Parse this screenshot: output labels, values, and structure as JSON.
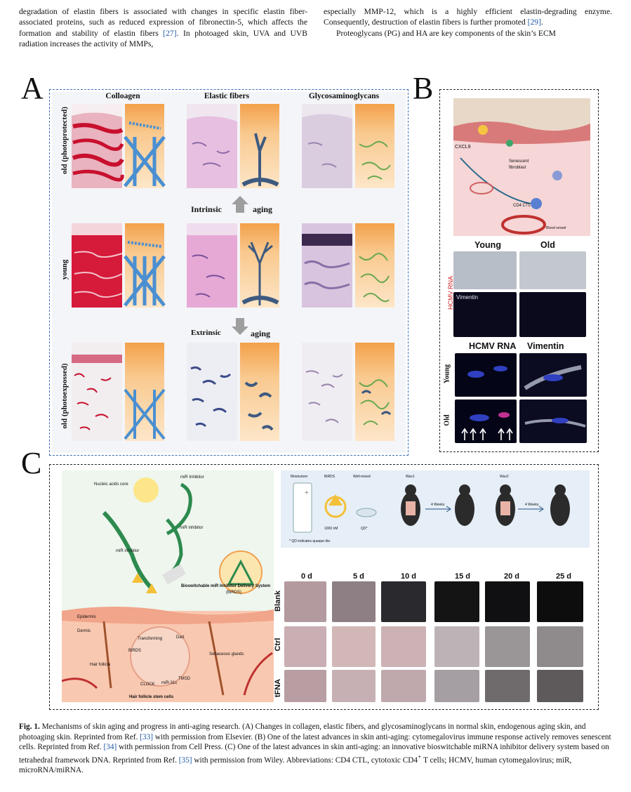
{
  "body_text": {
    "left_col": {
      "p1_a": "degradation of elastin fibers is associated with changes in specific elastin fiber-associated proteins, such as reduced expression of fibronectin-5, which affects the formation and stability of elastin fibers ",
      "p1_ref": "[27]",
      "p1_b": ". In photoaged skin, UVA and UVB radiation increases the activity of MMPs,"
    },
    "right_col": {
      "p1_a": "especially MMP-12, which is a highly efficient elastin-degrading enzyme. Consequently, destruction of elastin fibers is further promoted ",
      "p1_ref": "[29]",
      "p1_b": ".",
      "p2": "Proteoglycans (PG) and HA are key components of the skin’s ECM"
    }
  },
  "figure": {
    "panel_a": {
      "letter": "A",
      "col_headers": [
        "Colloagen",
        "Elastic fibers",
        "Glycosaminoglycans"
      ],
      "row_labels": [
        "old (photoprotected)",
        "young",
        "old (photoexpossed)"
      ],
      "arrow_intrinsic_1": "Intrinsic",
      "arrow_intrinsic_2": "aging",
      "arrow_extrinsic_1": "Extrinsic",
      "arrow_extrinsic_2": "aging"
    },
    "panel_b": {
      "letter": "B",
      "labels": {
        "cxcl9": "CXCL9",
        "senescent": "Senescent",
        "fibroblast": "fibroblast",
        "cd4": "CD4 CTL",
        "vessel": "Blood vessel",
        "young": "Young",
        "old": "Old",
        "hcmv_side": "HCMV RNA",
        "vimentin_small": "Vimentin",
        "hcmv_head": "HCMV RNA",
        "vimentin_head": "Vimentin",
        "young_row": "Young",
        "old_row": "Old"
      }
    },
    "panel_c": {
      "letter": "C",
      "illustration_labels": {
        "nucleic": "Nucleic acids core",
        "mir1": "miR Inhibitor",
        "mir2": "miR inhibitor",
        "mir3": "miR inhibitor",
        "birds_title": "Bioswitchable miR Inhibitor Delivery System",
        "birds_abbr": "(BiRDS)",
        "epidermis": "Epidermis",
        "dermis": "Dermis",
        "hair_follicle": "Hair follicle",
        "transforming": "Transforming",
        "dart": "Dart",
        "birds": "BiRDS",
        "tmsd": "TMSD",
        "mir31": "miR-31c",
        "clock": "CLOCK",
        "sebaceous": "Sebaceous glands",
        "stem": "Hair follicle stem cells"
      },
      "protocol_labels": {
        "moisturizer": "Moisturizer",
        "birds": "BiRDS",
        "wellmixed": "Well-mixed",
        "wax1": "Wax1",
        "wax2": "Wax2",
        "dose": "1000 nM",
        "qd": "QD*",
        "weeks1": "4 Weeks",
        "weeks2": "4 Weeks",
        "note": "* QD indicates quaque die."
      },
      "days": [
        "0 d",
        "5 d",
        "10 d",
        "15 d",
        "20 d",
        "25 d"
      ],
      "rows": [
        "Blank",
        "Ctrl",
        "tFNA"
      ]
    }
  },
  "caption": {
    "label": "Fig. 1.",
    "text_a": " Mechanisms of skin aging and progress in anti-aging research. (A) Changes in collagen, elastic fibers, and glycosaminoglycans in normal skin, endogenous aging skin, and photoaging skin. Reprinted from Ref. ",
    "ref1": "[33]",
    "text_b": " with permission from Elsevier. (B) One of the latest advances in skin anti-aging: cytomegalovirus immune response actively removes senescent cells. Reprinted from Ref. ",
    "ref2": "[34]",
    "text_c": " with permission from Cell Press. (C) One of the latest advances in skin anti-aging: an innovative bioswitchable miRNA inhibitor delivery system based on tetrahedral framework DNA. Reprinted from Ref. ",
    "ref3": "[35]",
    "text_d": " with permission from Wiley. Abbreviations: CD4 CTL, cytotoxic CD4",
    "sup": "+",
    "text_e": " T cells; HCMV, human cytomegalovirus; miR, microRNA/miRNA."
  },
  "colors": {
    "link": "#1f5aa6",
    "panel_a_border": "#3b6fb0",
    "collagen_red": "#c8102e",
    "fiber_blue": "#4a8fd1",
    "skin_orange": "#f6b26b"
  }
}
